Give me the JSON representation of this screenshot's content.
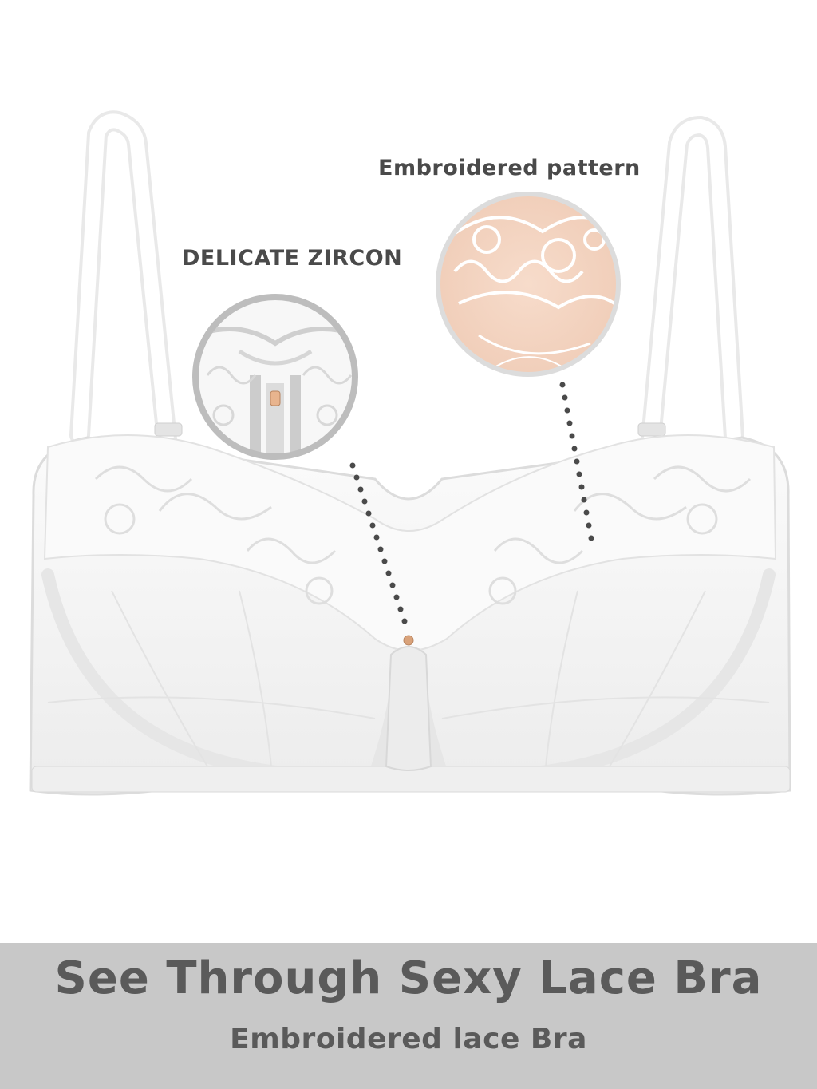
{
  "callouts": {
    "zircon_label": "DELICATE ZIRCON",
    "pattern_label": "Embroidered pattern"
  },
  "banner": {
    "title": "See Through Sexy Lace Bra",
    "subtitle": "Embroidered lace Bra"
  },
  "colors": {
    "banner_background": "#c8c8c8",
    "banner_text": "#5a5a5a",
    "label_text": "#4a4a4a",
    "dot_leader": "#4a4a4a",
    "product": "#f2f2f2"
  }
}
